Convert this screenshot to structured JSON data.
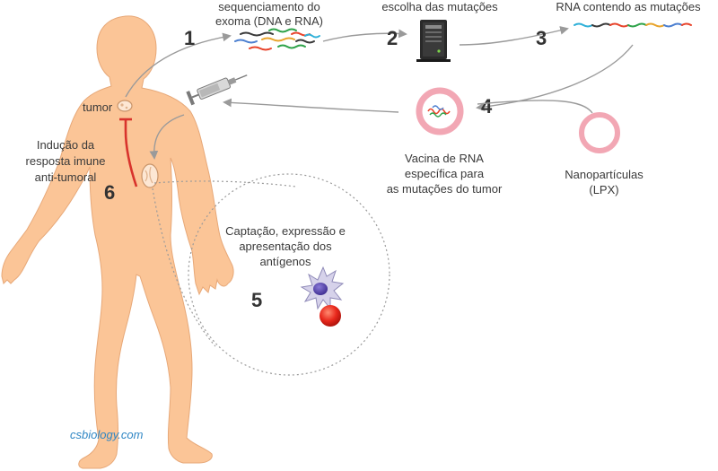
{
  "colors": {
    "body": "#fbc597",
    "body_stroke": "#e7a878",
    "arrow": "#9a9a9a",
    "inhibition": "#d8332c",
    "vesicle": "#f2a7b4",
    "text": "#3a3a3a",
    "credit": "#2f86c4"
  },
  "steps": {
    "s1": {
      "number": "1",
      "line1": "sequenciamento do",
      "line2": "exoma (DNA e RNA)"
    },
    "s2": {
      "number": "2",
      "line1": "escolha das mutações"
    },
    "s3": {
      "number": "3",
      "line1": "RNA contendo as mutações"
    },
    "s4": {
      "number": "4",
      "line1": "Vacina de RNA",
      "line2": "específica para",
      "line3": "as mutações do tumor"
    },
    "s5": {
      "number": "5",
      "line1": "Captação, expressão e",
      "line2": "apresentação dos",
      "line3": "antígenos"
    },
    "s6": {
      "number": "6",
      "line1": "Indução da",
      "line2": "resposta imune",
      "line3": "anti-tumoral"
    }
  },
  "tumor_label": "tumor",
  "nanoparticles": {
    "line1": "Nanopartículas",
    "line2": "(LPX)"
  },
  "credit": "csbiology.com",
  "icons": [
    "dna-strands-icon",
    "server-computer-icon",
    "rna-strand-icon",
    "syringe-icon",
    "rna-vesicle-icon",
    "lipid-nanoparticle-icon",
    "dendritic-cell-icon",
    "lymph-node-icon",
    "tumor-icon"
  ]
}
